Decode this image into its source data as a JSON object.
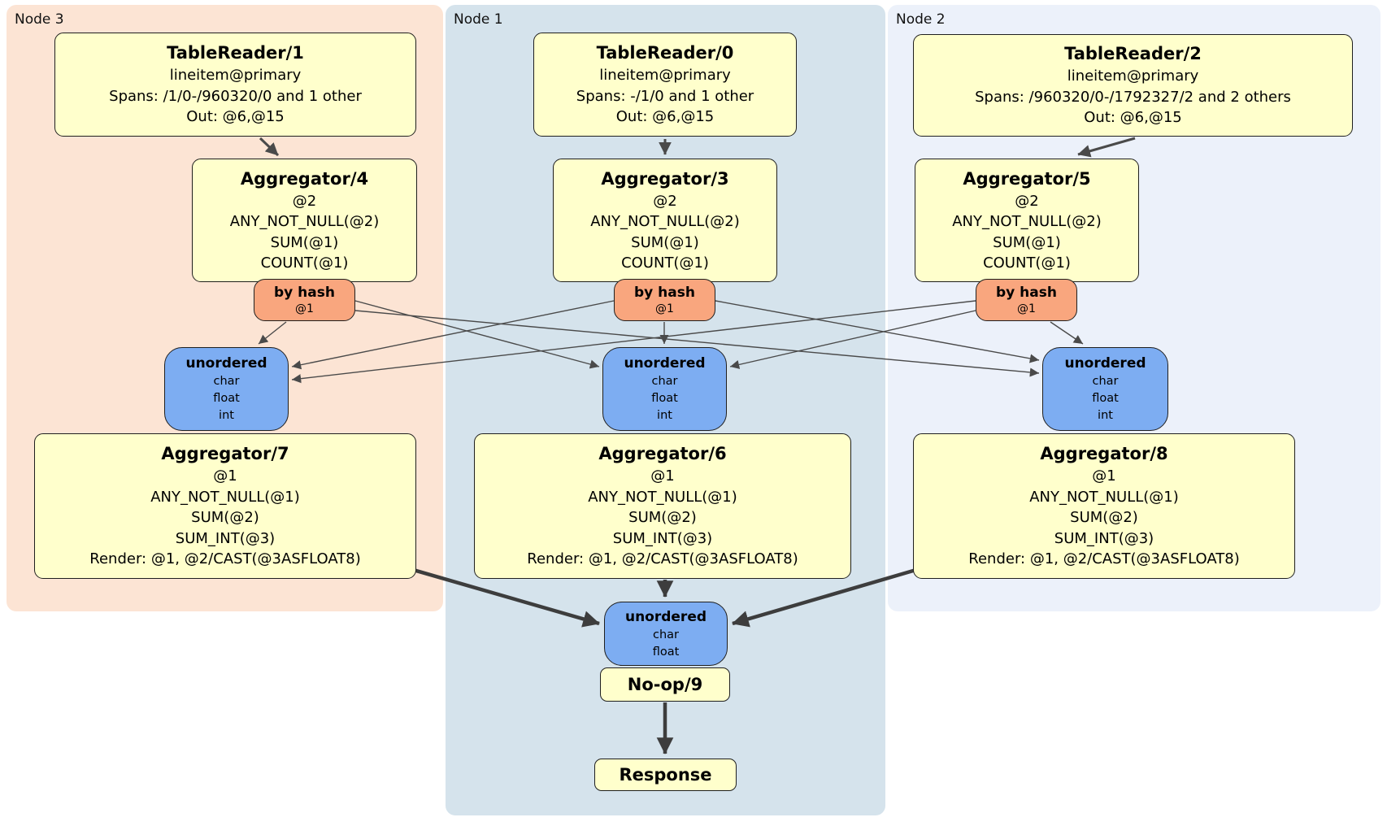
{
  "groups": {
    "node3": {
      "label": "Node 3"
    },
    "node1": {
      "label": "Node 1"
    },
    "node2": {
      "label": "Node 2"
    }
  },
  "boxes": {
    "tr1": {
      "title": "TableReader/1",
      "lines": [
        "lineitem@primary",
        "Spans: /1/0-/960320/0 and 1 other",
        "Out: @6,@15"
      ]
    },
    "tr0": {
      "title": "TableReader/0",
      "lines": [
        "lineitem@primary",
        "Spans: -/1/0 and 1 other",
        "Out: @6,@15"
      ]
    },
    "tr2": {
      "title": "TableReader/2",
      "lines": [
        "lineitem@primary",
        "Spans: /960320/0-/1792327/2 and 2 others",
        "Out: @6,@15"
      ]
    },
    "agg4": {
      "title": "Aggregator/4",
      "lines": [
        "@2",
        "ANY_NOT_NULL(@2)",
        "SUM(@1)",
        "COUNT(@1)"
      ]
    },
    "agg3": {
      "title": "Aggregator/3",
      "lines": [
        "@2",
        "ANY_NOT_NULL(@2)",
        "SUM(@1)",
        "COUNT(@1)"
      ]
    },
    "agg5": {
      "title": "Aggregator/5",
      "lines": [
        "@2",
        "ANY_NOT_NULL(@2)",
        "SUM(@1)",
        "COUNT(@1)"
      ]
    },
    "agg7": {
      "title": "Aggregator/7",
      "lines": [
        "@1",
        "ANY_NOT_NULL(@1)",
        "SUM(@2)",
        "SUM_INT(@3)",
        "Render: @1, @2/CAST(@3ASFLOAT8)"
      ]
    },
    "agg6": {
      "title": "Aggregator/6",
      "lines": [
        "@1",
        "ANY_NOT_NULL(@1)",
        "SUM(@2)",
        "SUM_INT(@3)",
        "Render: @1, @2/CAST(@3ASFLOAT8)"
      ]
    },
    "agg8": {
      "title": "Aggregator/8",
      "lines": [
        "@1",
        "ANY_NOT_NULL(@1)",
        "SUM(@2)",
        "SUM_INT(@3)",
        "Render: @1, @2/CAST(@3ASFLOAT8)"
      ]
    },
    "hash3": {
      "title": "by hash",
      "lines": [
        "@1"
      ]
    },
    "hash1": {
      "title": "by hash",
      "lines": [
        "@1"
      ]
    },
    "hash2": {
      "title": "by hash",
      "lines": [
        "@1"
      ]
    },
    "sync3": {
      "title": "unordered",
      "lines": [
        "char",
        "float",
        "int"
      ]
    },
    "sync1": {
      "title": "unordered",
      "lines": [
        "char",
        "float",
        "int"
      ]
    },
    "sync2": {
      "title": "unordered",
      "lines": [
        "char",
        "float",
        "int"
      ]
    },
    "syncFinal": {
      "title": "unordered",
      "lines": [
        "char",
        "float"
      ]
    },
    "noop": {
      "title": "No-op/9"
    },
    "response": {
      "title": "Response"
    }
  },
  "colors": {
    "processor_fill": "#ffffcc",
    "router_fill": "#f9a67e",
    "sync_fill": "#7dadf2",
    "node3_bg": "#fce4d4",
    "node1_bg": "#d5e3ec",
    "node2_bg": "#ecf1fa",
    "box_border": "#1f1f1f",
    "edge": "#4a4a4a",
    "edge_thick": "#3d3d3d"
  }
}
